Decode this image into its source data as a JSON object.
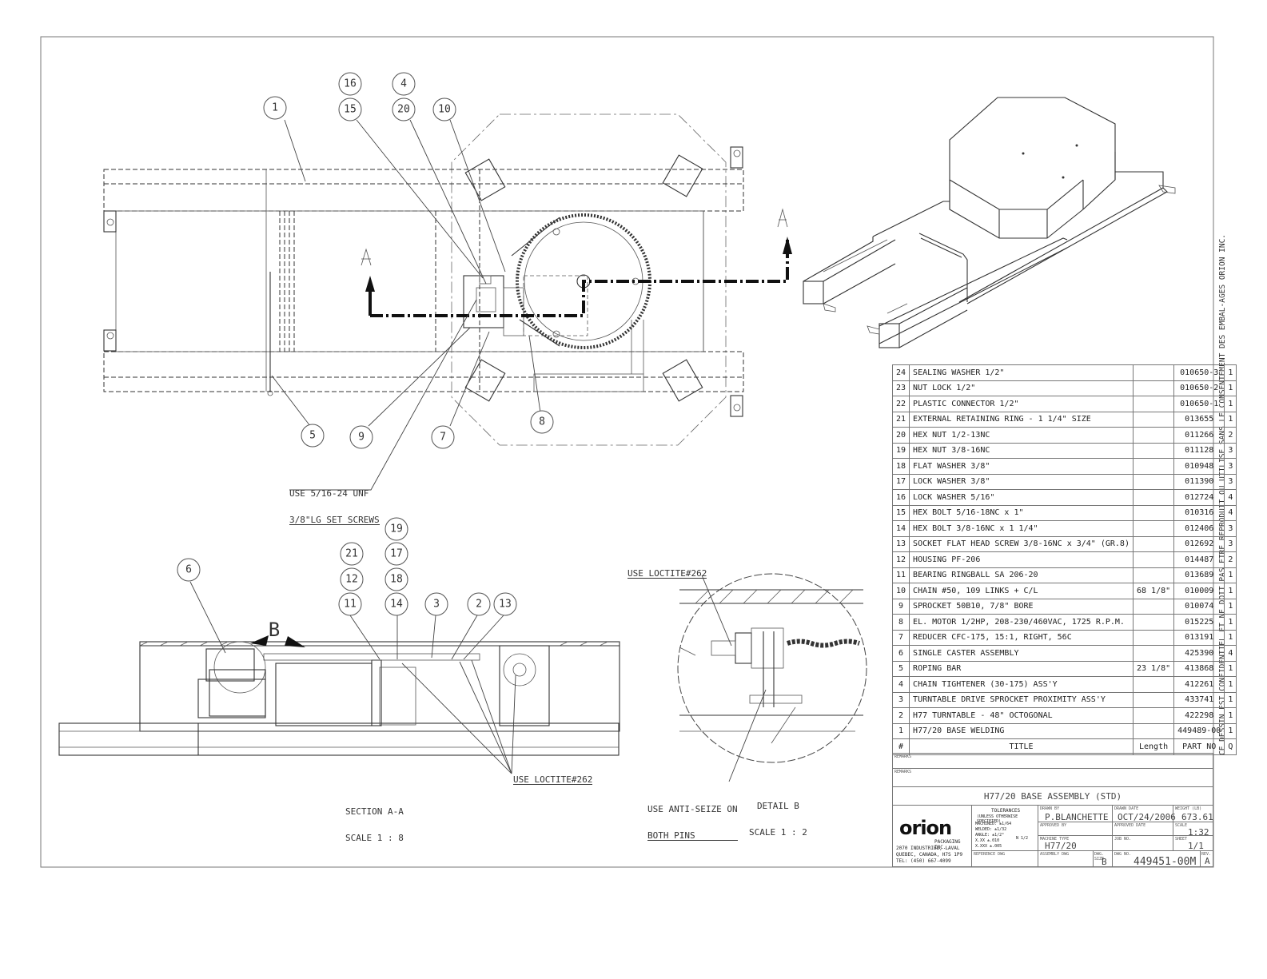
{
  "balloons": {
    "b1": "1",
    "b16": "16",
    "b4": "4",
    "b15": "15",
    "b20": "20",
    "b10": "10",
    "b5": "5",
    "b9": "9",
    "b7": "7",
    "b8": "8",
    "b19": "19",
    "b21": "21",
    "b17": "17",
    "b6": "6",
    "b12": "12",
    "b18": "18",
    "b11": "11",
    "b14": "14",
    "b3": "3",
    "b2": "2",
    "b13": "13"
  },
  "section_marker": "A",
  "detail_marker": "B",
  "notes": {
    "set_screws_l1": "USE 5/16-24 UNF",
    "set_screws_l2": "3/8\"LG SET SCREWS",
    "loctite_bottom": "USE LOCTITE#262",
    "loctite_detail": "USE LOCTITE#262",
    "section_title": "SECTION A-A",
    "section_scale": "SCALE 1 : 8",
    "antiseize_l1": "USE ANTI-SEIZE ON",
    "antiseize_l2": "BOTH PINS",
    "detail_title": "DETAIL B",
    "detail_scale": "SCALE 1 : 2"
  },
  "side_text": "CE DESSIN EST CONFIDENTIEL ET NE DOIT PAS ETRE REPRODUIT OU UTILISE SANS LE CONSENTEMENT DES EMBAL-AGES ORION INC.",
  "bom": {
    "rows": [
      {
        "no": "24",
        "title": "SEALING WASHER 1/2\"",
        "length": "",
        "part": "010650-3",
        "qty": "1"
      },
      {
        "no": "23",
        "title": "NUT LOCK 1/2\"",
        "length": "",
        "part": "010650-2",
        "qty": "1"
      },
      {
        "no": "22",
        "title": "PLASTIC CONNECTOR 1/2\"",
        "length": "",
        "part": "010650-1",
        "qty": "1"
      },
      {
        "no": "21",
        "title": "EXTERNAL RETAINING RING - 1 1/4\" SIZE",
        "length": "",
        "part": "013655",
        "qty": "1"
      },
      {
        "no": "20",
        "title": "HEX NUT 1/2-13NC",
        "length": "",
        "part": "011266",
        "qty": "2"
      },
      {
        "no": "19",
        "title": "HEX NUT 3/8-16NC",
        "length": "",
        "part": "011128",
        "qty": "3"
      },
      {
        "no": "18",
        "title": "FLAT WASHER 3/8\"",
        "length": "",
        "part": "010948",
        "qty": "3"
      },
      {
        "no": "17",
        "title": "LOCK WASHER 3/8\"",
        "length": "",
        "part": "011390",
        "qty": "3"
      },
      {
        "no": "16",
        "title": "LOCK WASHER 5/16\"",
        "length": "",
        "part": "012724",
        "qty": "4"
      },
      {
        "no": "15",
        "title": "HEX BOLT 5/16-18NC x 1\"",
        "length": "",
        "part": "010316",
        "qty": "4"
      },
      {
        "no": "14",
        "title": "HEX BOLT 3/8-16NC x 1 1/4\"",
        "length": "",
        "part": "012406",
        "qty": "3"
      },
      {
        "no": "13",
        "title": "SOCKET FLAT HEAD SCREW 3/8-16NC x 3/4\" (GR.8)",
        "length": "",
        "part": "012692",
        "qty": "3"
      },
      {
        "no": "12",
        "title": "HOUSING PF-206",
        "length": "",
        "part": "014487",
        "qty": "2"
      },
      {
        "no": "11",
        "title": "BEARING RINGBALL SA 206-20",
        "length": "",
        "part": "013689",
        "qty": "1"
      },
      {
        "no": "10",
        "title": "CHAIN #50, 109 LINKS + C/L",
        "length": "68 1/8\"",
        "part": "010009",
        "qty": "1"
      },
      {
        "no": "9",
        "title": "SPROCKET 50B10, 7/8\" BORE",
        "length": "",
        "part": "010074",
        "qty": "1"
      },
      {
        "no": "8",
        "title": "EL. MOTOR 1/2HP, 208-230/460VAC, 1725 R.P.M.",
        "length": "",
        "part": "015225",
        "qty": "1"
      },
      {
        "no": "7",
        "title": "REDUCER CFC-175, 15:1, RIGHT, 56C",
        "length": "",
        "part": "013191",
        "qty": "1"
      },
      {
        "no": "6",
        "title": "SINGLE CASTER ASSEMBLY",
        "length": "",
        "part": "425390",
        "qty": "4"
      },
      {
        "no": "5",
        "title": "ROPING BAR",
        "length": "23 1/8\"",
        "part": "413868",
        "qty": "1"
      },
      {
        "no": "4",
        "title": "CHAIN TIGHTENER (30-175) ASS'Y",
        "length": "",
        "part": "412261",
        "qty": "1"
      },
      {
        "no": "3",
        "title": "TURNTABLE DRIVE SPROCKET PROXIMITY ASS'Y",
        "length": "",
        "part": "433741",
        "qty": "1"
      },
      {
        "no": "2",
        "title": "H77 TURNTABLE - 48\" OCTOGONAL",
        "length": "",
        "part": "422298",
        "qty": "1"
      },
      {
        "no": "1",
        "title": "H77/20 BASE WELDING",
        "length": "",
        "part": "449489-00",
        "qty": "1"
      }
    ],
    "header": {
      "no": "#",
      "title": "TITLE",
      "length": "Length",
      "part": "PART NO",
      "qty": "Q"
    }
  },
  "title_block": {
    "remarks_1": "REMARKS",
    "remarks_2": "REMARKS",
    "drawing_title": "H77/20 BASE ASSEMBLY (STD)",
    "logo": "orion",
    "company": "PACKAGING INC.",
    "address_1": "2070 INDUSTRIEL, LAVAL",
    "address_2": "QUEBEC, CANADA, H7S 1P9",
    "address_3": "TEL: (450) 667-4099",
    "tolerances_1": "TOLERANCES",
    "tolerances_2": "(UNLESS OTHERWISE SPECIFIED)",
    "machined": "MACHINED: ±1/64",
    "welded": "WELDED: ±1/32",
    "angle": "ANGLE: ±1/2°",
    "dec_1": "X.XX  ±.010",
    "dec_2": "X.XXX ±.005",
    "finish": "N   1/2",
    "reference_dwg_lbl": "REFERENCE DWG",
    "drawn_by_lbl": "DRAWN BY",
    "drawn_by": "P.BLANCHETTE",
    "drawn_date_lbl": "DRAWN DATE",
    "drawn_date": "OCT/24/2006",
    "weight_lbl": "WEIGHT (LB)",
    "weight": "673.61",
    "approved_by_lbl": "APPROVED BY",
    "approved_date_lbl": "APPROVED DATE",
    "scale_lbl": "SCALE",
    "scale": "1:32",
    "machine_type_lbl": "MACHINE TYPE",
    "machine_type": "H77/20",
    "job_no_lbl": "JOB NO.",
    "sheet_lbl": "SHEET",
    "sheet": "1/1",
    "assembly_dwg_lbl": "ASSEMBLY DWG",
    "dwg_size_lbl": "DWG. SIZE",
    "dwg_size": "B",
    "dwg_no_lbl": "DWG NO.",
    "dwg_no": "449451-00M",
    "rev_lbl": "REV.",
    "rev": "A"
  }
}
